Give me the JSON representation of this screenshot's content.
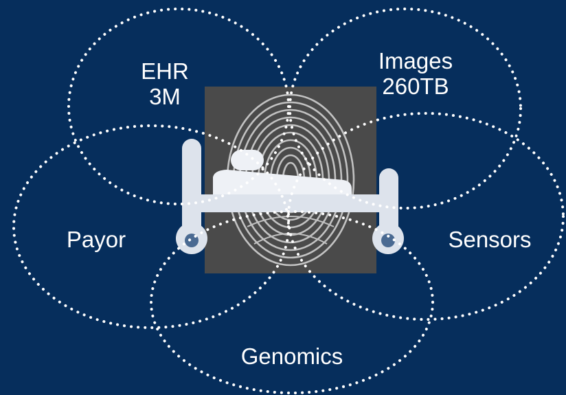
{
  "diagram": {
    "background_color": "#062e5c",
    "ellipse_stroke_color": "#ffffff",
    "center_image": {
      "description_icons": [
        "fingerprint-icon",
        "hospital-bed-icon",
        "patient-icon"
      ],
      "panel_color": "#4a4a4a",
      "bed_color": "#dde3ec"
    },
    "labels": {
      "ehr": {
        "line1": "EHR",
        "line2": "3M"
      },
      "images": {
        "line1": "Images",
        "line2": "260TB"
      },
      "payor": "Payor",
      "sensors": "Sensors",
      "genomics": "Genomics"
    }
  }
}
